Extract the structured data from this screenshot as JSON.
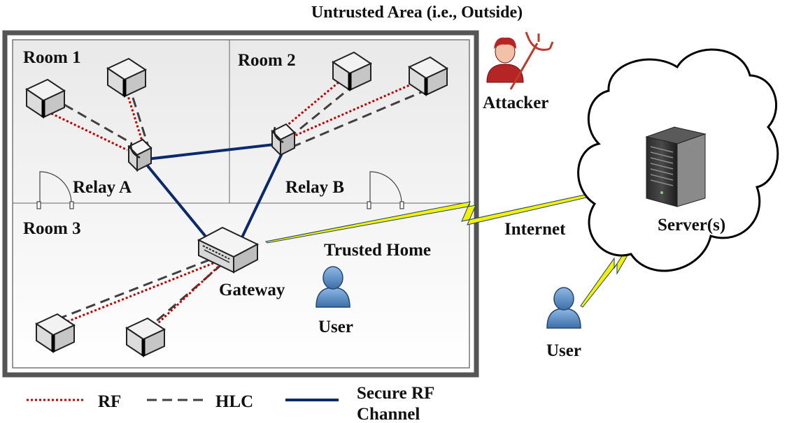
{
  "title": "Untrusted Area (i.e., Outside)",
  "rooms": {
    "room1": "Room 1",
    "room2": "Room 2",
    "room3": "Room 3"
  },
  "nodes": {
    "relay_a": "Relay A",
    "relay_b": "Relay B",
    "gateway": "Gateway",
    "attacker": "Attacker",
    "server": "Server(s)",
    "home_user": "User",
    "remote_user": "User"
  },
  "labels": {
    "trusted_home": "Trusted Home",
    "internet": "Internet"
  },
  "legend": {
    "rf": "RF",
    "hlc": "HLC",
    "secure_line1": "Secure RF",
    "secure_line2": "Channel"
  },
  "colors": {
    "rf": "#c00000",
    "hlc": "#404040",
    "secure": "#0b2a6b",
    "wall": "#555555",
    "lightning": "#f2f200",
    "user": "#5b8fc7",
    "attacker": "#b52525"
  },
  "icons": {
    "device": "sensor-device-icon",
    "relay": "relay-icon",
    "gateway": "gateway-icon",
    "server": "server-tower-icon",
    "user": "user-icon",
    "attacker": "attacker-devil-icon",
    "door": "door-icon",
    "cloud": "internet-cloud-icon"
  }
}
